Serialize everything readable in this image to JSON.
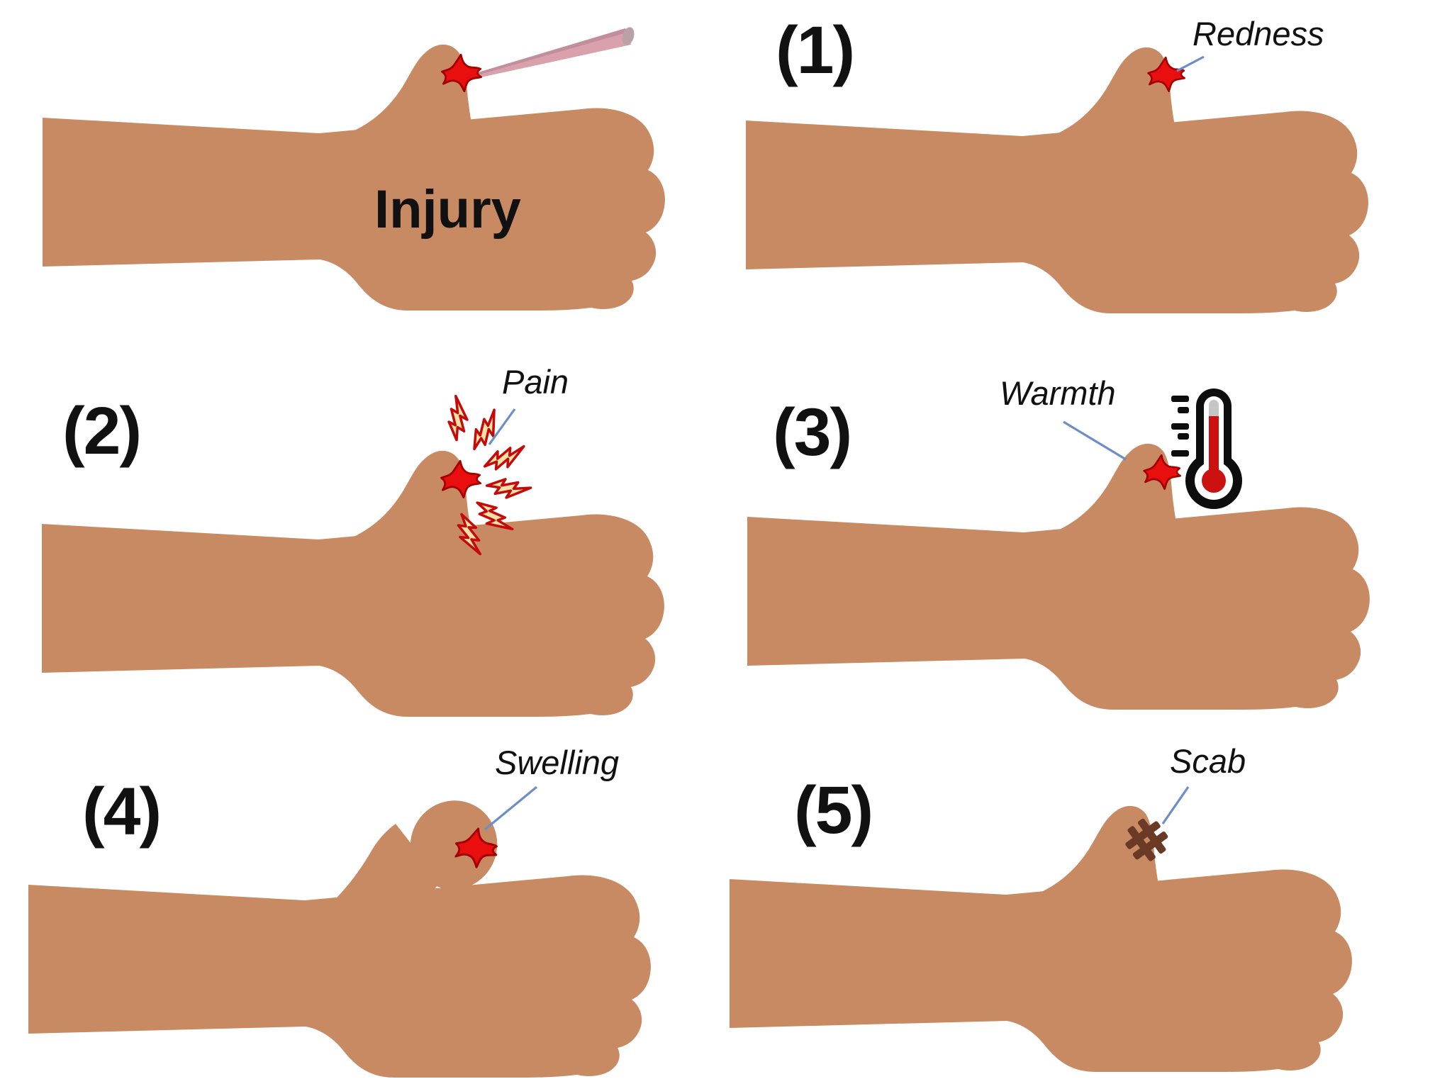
{
  "panels": [
    {
      "id": "injury",
      "number": "",
      "label": "Injury"
    },
    {
      "id": "redness",
      "number": "(1)",
      "label": "Redness"
    },
    {
      "id": "pain",
      "number": "(2)",
      "label": "Pain"
    },
    {
      "id": "warmth",
      "number": "(3)",
      "label": "Warmth"
    },
    {
      "id": "swelling",
      "number": "(4)",
      "label": "Swelling"
    },
    {
      "id": "scab",
      "number": "(5)",
      "label": "Scab"
    }
  ],
  "colors": {
    "background": "#ffffff",
    "skin": "#C88A63",
    "text": "#111111",
    "wound_red": "#E90F0F",
    "wound_outline": "#A50000",
    "bolt_fill": "#F6E0A5",
    "bolt_stroke": "#C40A0A",
    "stick_fill": "#D8A1AB",
    "stick_edge": "#C28E9B",
    "stick_cap": "#B8A1A7",
    "scab": "#6B3A26",
    "pointer_blue": "#6C8EC6",
    "thermo_red": "#CC1111",
    "thermo_gray": "#C6C6C6",
    "thermo_black": "#0D0D0D"
  }
}
